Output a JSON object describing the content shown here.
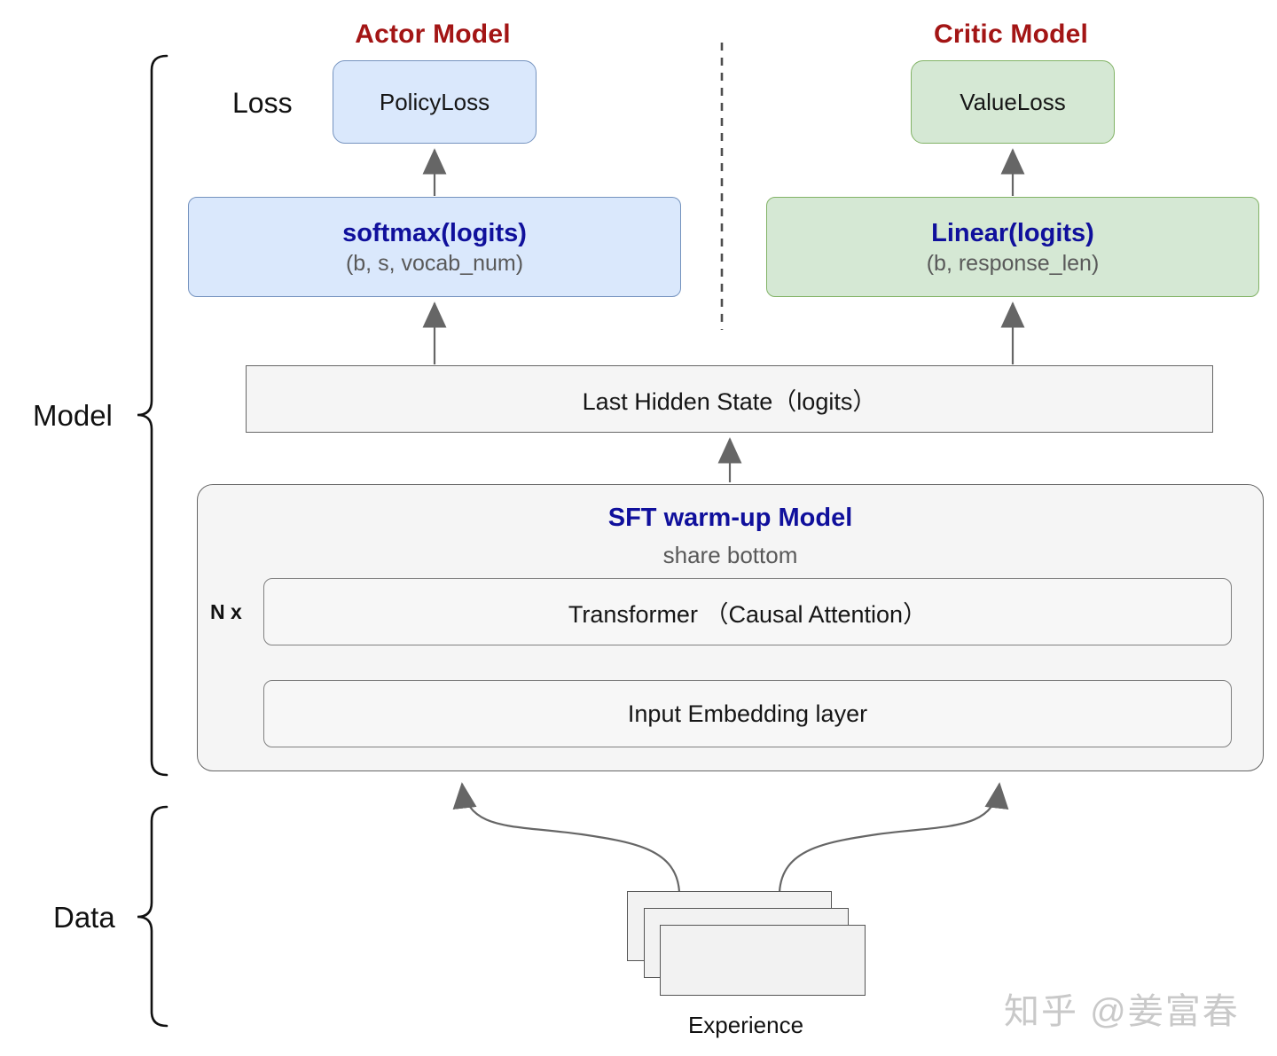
{
  "titles": {
    "actor": "Actor Model",
    "critic": "Critic Model"
  },
  "labels": {
    "loss": "Loss",
    "model": "Model",
    "data": "Data",
    "n_x": "N x",
    "experience": "Experience"
  },
  "boxes": {
    "policy_loss": "PolicyLoss",
    "value_loss": "ValueLoss",
    "softmax_title": "softmax(logits)",
    "softmax_sub": "(b, s, vocab_num)",
    "linear_title": "Linear(logits)",
    "linear_sub": "(b, response_len)",
    "last_hidden": "Last Hidden State（logits）",
    "sft_title": "SFT warm-up Model",
    "sft_sub": "share bottom",
    "transformer": "Transformer （Causal Attention）",
    "embedding": "Input Embedding layer"
  },
  "watermark": "知乎 @姜富春",
  "colors": {
    "dark-red": "#a31515",
    "navy": "#10109c",
    "sub-gray": "#595959",
    "blue-fill": "#dae8fc",
    "blue-stroke": "#7593bf",
    "green-fill": "#d5e8d4",
    "green-stroke": "#82b366",
    "gray-fill": "#f5f5f5",
    "gray-stroke": "#666666",
    "arrow-gray": "#666666",
    "arrow-light": "#999999",
    "watermark-gray": "#c9c9c9"
  }
}
